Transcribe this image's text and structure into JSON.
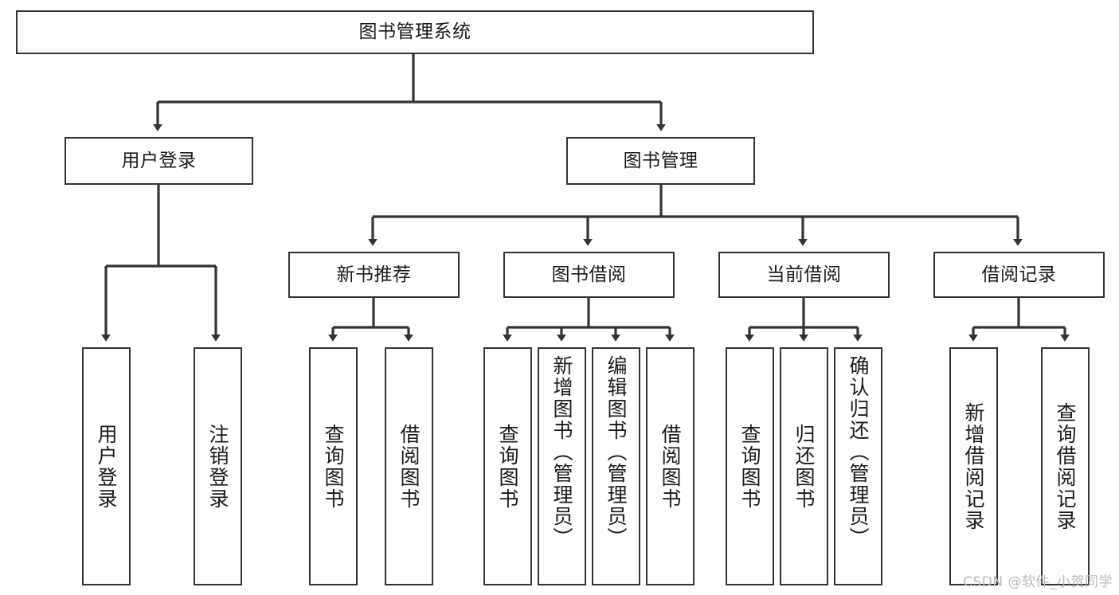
{
  "diagram": {
    "title": "图书管理系统",
    "watermark": "CSDN @软件_小贺同学",
    "line_color": "#333333",
    "box_fill": "#ffffff",
    "text_color": "#1a1a1a",
    "watermark_color": "#b9b9b9",
    "levels": {
      "root": {
        "label": "图书管理系统"
      },
      "level2": [
        {
          "label": "用户登录"
        },
        {
          "label": "图书管理"
        }
      ],
      "level3": [
        {
          "label": "新书推荐"
        },
        {
          "label": "图书借阅"
        },
        {
          "label": "当前借阅"
        },
        {
          "label": "借阅记录"
        }
      ],
      "leaves": {
        "user_login": [
          {
            "label": "用户登录"
          },
          {
            "label": "注销登录"
          }
        ],
        "new_book_recommend": [
          {
            "label": "查询图书"
          },
          {
            "label": "借阅图书"
          }
        ],
        "book_borrow": [
          {
            "label": "查询图书"
          },
          {
            "label": "新增图书（管理员）"
          },
          {
            "label": "编辑图书（管理员）"
          },
          {
            "label": "借阅图书"
          }
        ],
        "current_borrow": [
          {
            "label": "查询图书"
          },
          {
            "label": "归还图书"
          },
          {
            "label": "确认归还（管理员）"
          }
        ],
        "borrow_record": [
          {
            "label": "新增借阅记录"
          },
          {
            "label": "查询借阅记录"
          }
        ]
      }
    }
  }
}
